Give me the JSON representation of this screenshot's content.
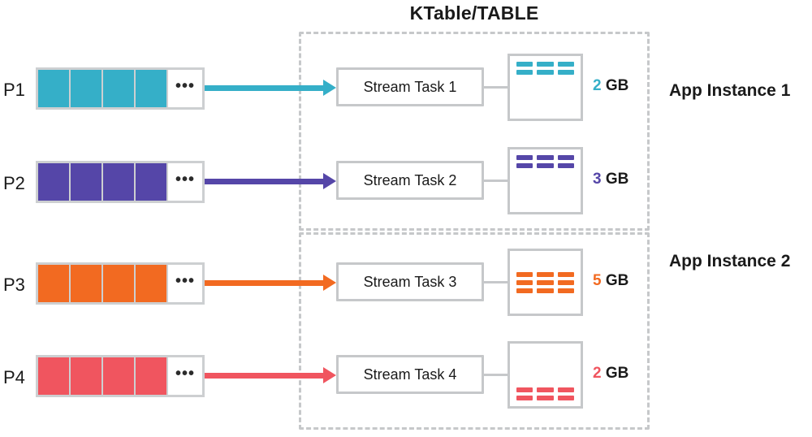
{
  "diagram": {
    "title": "KTable/TABLE",
    "type": "kafka-streams-partition-task-statestore"
  },
  "instances": [
    {
      "label": "App Instance 1"
    },
    {
      "label": "App Instance 2"
    }
  ],
  "rows": [
    {
      "partition_label": "P1",
      "task_label": "Stream Task 1",
      "size_value": "2",
      "size_unit": "GB",
      "color": "#35AFC8",
      "cells": 4,
      "ellipsis": "•••",
      "store_dash_rows": 2,
      "store_dashes_per_row": 3,
      "store_align": "top",
      "instance": "App Instance 1"
    },
    {
      "partition_label": "P2",
      "task_label": "Stream Task 2",
      "size_value": "3",
      "size_unit": "GB",
      "color": "#5546A8",
      "cells": 4,
      "ellipsis": "•••",
      "store_dash_rows": 2,
      "store_dashes_per_row": 3,
      "store_align": "top",
      "instance": "App Instance 1"
    },
    {
      "partition_label": "P3",
      "task_label": "Stream Task 3",
      "size_value": "5",
      "size_unit": "GB",
      "color": "#F26A21",
      "cells": 4,
      "ellipsis": "•••",
      "store_dash_rows": 3,
      "store_dashes_per_row": 3,
      "store_align": "center",
      "instance": "App Instance 2"
    },
    {
      "partition_label": "P4",
      "task_label": "Stream Task 4",
      "size_value": "2",
      "size_unit": "GB",
      "color": "#F0555F",
      "cells": 4,
      "ellipsis": "•••",
      "store_dash_rows": 2,
      "store_dashes_per_row": 3,
      "store_align": "bottom",
      "instance": "App Instance 2"
    }
  ],
  "colors": {
    "teal": "#35AFC8",
    "purple": "#5546A8",
    "orange": "#F26A21",
    "red": "#F0555F",
    "border_gray": "#c6c8ca",
    "text_dark": "#1a1a1a"
  }
}
